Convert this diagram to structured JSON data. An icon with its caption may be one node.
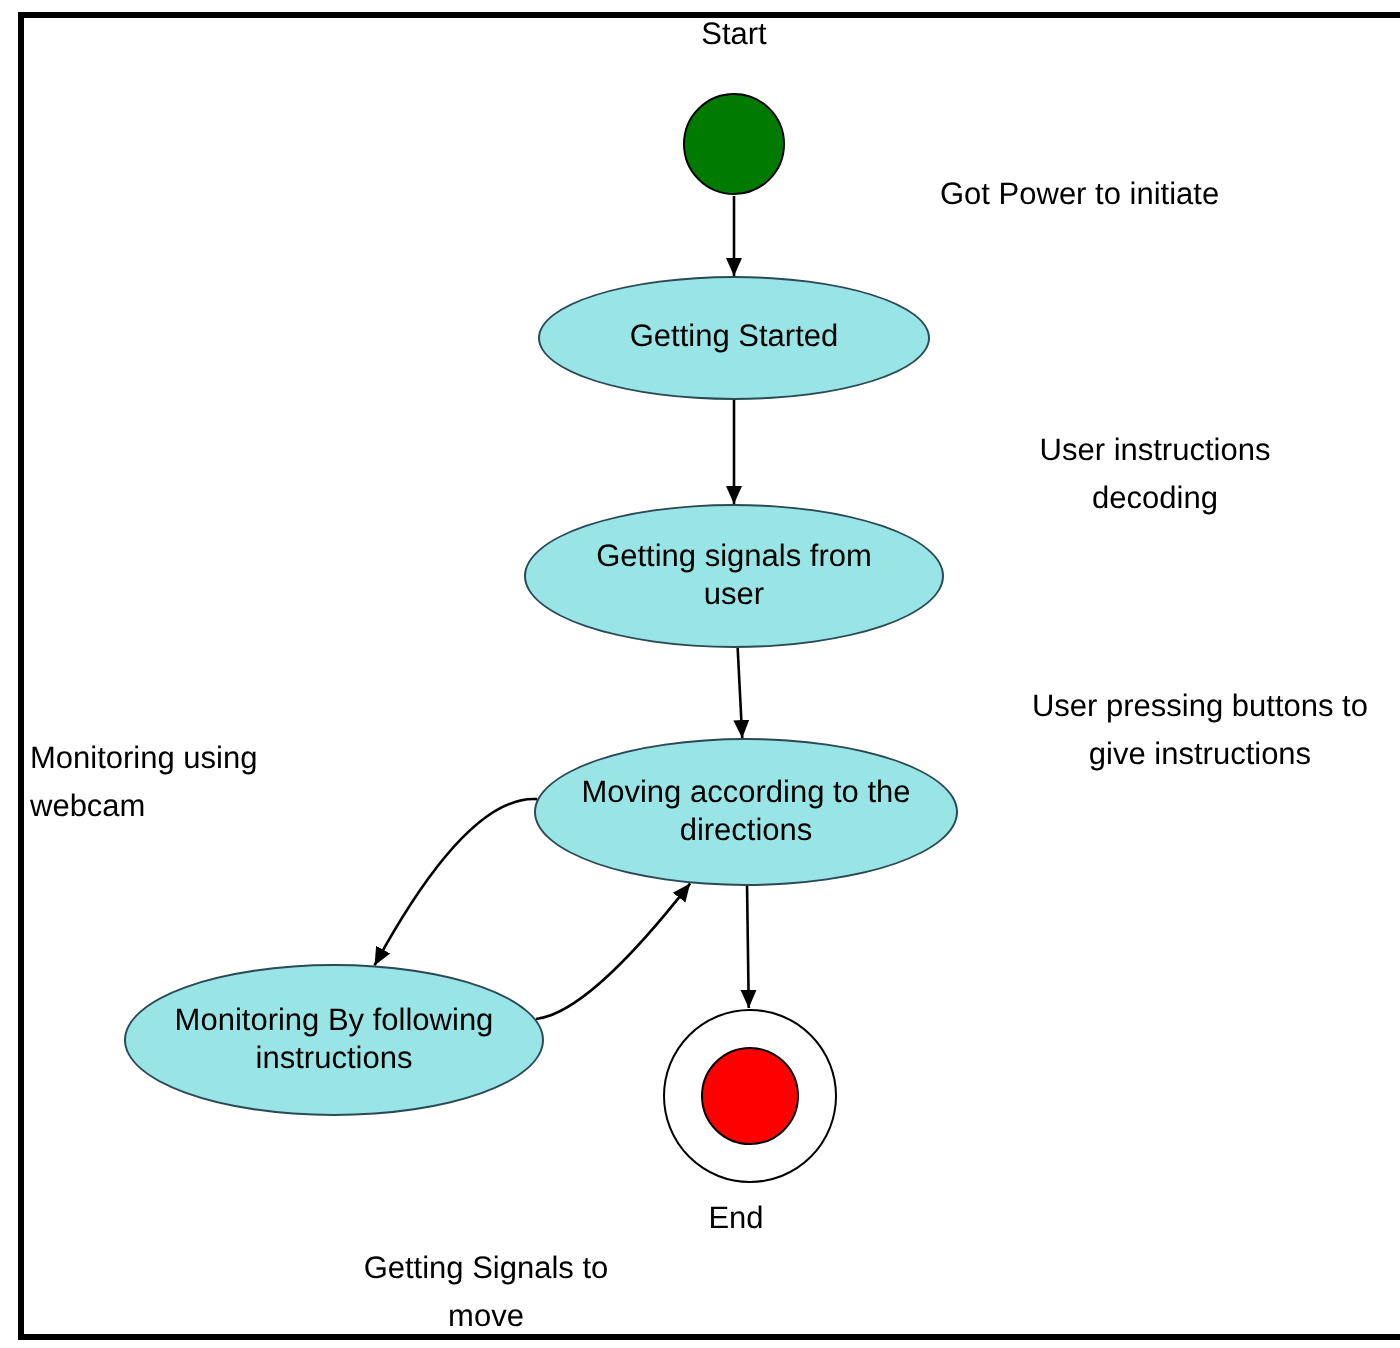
{
  "diagram": {
    "nodes": [
      {
        "text": [],
        "shape": "circle",
        "beside": [
          "Start"
        ]
      },
      {
        "text": [
          "Getting Started"
        ]
      },
      {
        "text": [
          "Getting signals from user"
        ]
      },
      {
        "text": [
          "Moving according to the directions"
        ]
      },
      {
        "text": [
          "Monitoring By following instructions"
        ]
      },
      {
        "text": [],
        "shape": "circle",
        "beside": [
          "End"
        ]
      }
    ],
    "edges": [
      {
        "from": 0,
        "to": 1,
        "arrow": "to"
      },
      {
        "from": 1,
        "to": 2,
        "arrow": "to"
      },
      {
        "from": 2,
        "to": 3,
        "arrow": "to"
      },
      {
        "from": 3,
        "to": 4,
        "arrow": "to"
      },
      {
        "from": 4,
        "to": 3,
        "arrow": "to"
      },
      {
        "from": 3,
        "to": 5,
        "arrow": "to"
      }
    ],
    "labels": [
      "Got Power to initiate",
      "User instructions decoding",
      "User pressing buttons to give instructions",
      "Monitoring using webcam",
      "Getting Signals to move"
    ]
  }
}
